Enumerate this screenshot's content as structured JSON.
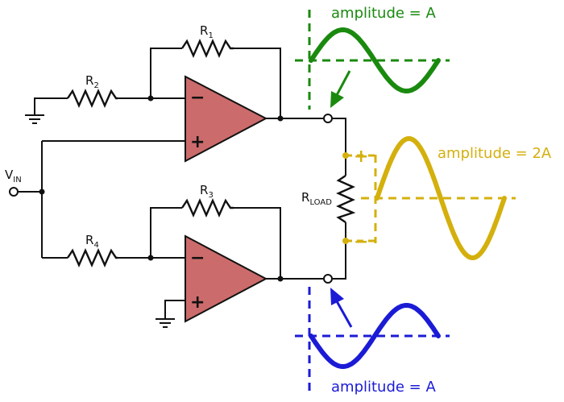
{
  "colors": {
    "opamp_fill": "#cc6b6b",
    "green": "#1a8a0f",
    "gold": "#d4b00d",
    "blue": "#1b1bd6",
    "wire": "#111111"
  },
  "components": {
    "r1": {
      "base": "R",
      "sub": "1"
    },
    "r2": {
      "base": "R",
      "sub": "2"
    },
    "r3": {
      "base": "R",
      "sub": "3"
    },
    "r4": {
      "base": "R",
      "sub": "4"
    },
    "rload": {
      "base": "R",
      "sub": "LOAD"
    },
    "vin": {
      "base": "V",
      "sub": "IN"
    }
  },
  "opamp_inputs": {
    "top_inverting": "−",
    "top_noninverting": "+",
    "bottom_inverting": "−",
    "bottom_noninverting": "+"
  },
  "load_polarity": {
    "plus": "+",
    "minus": "−"
  },
  "waveforms": {
    "top": {
      "label": "amplitude = A",
      "color": "green"
    },
    "middle": {
      "label": "amplitude = 2A",
      "color": "gold"
    },
    "bottom": {
      "label": "amplitude = A",
      "color": "blue"
    }
  }
}
